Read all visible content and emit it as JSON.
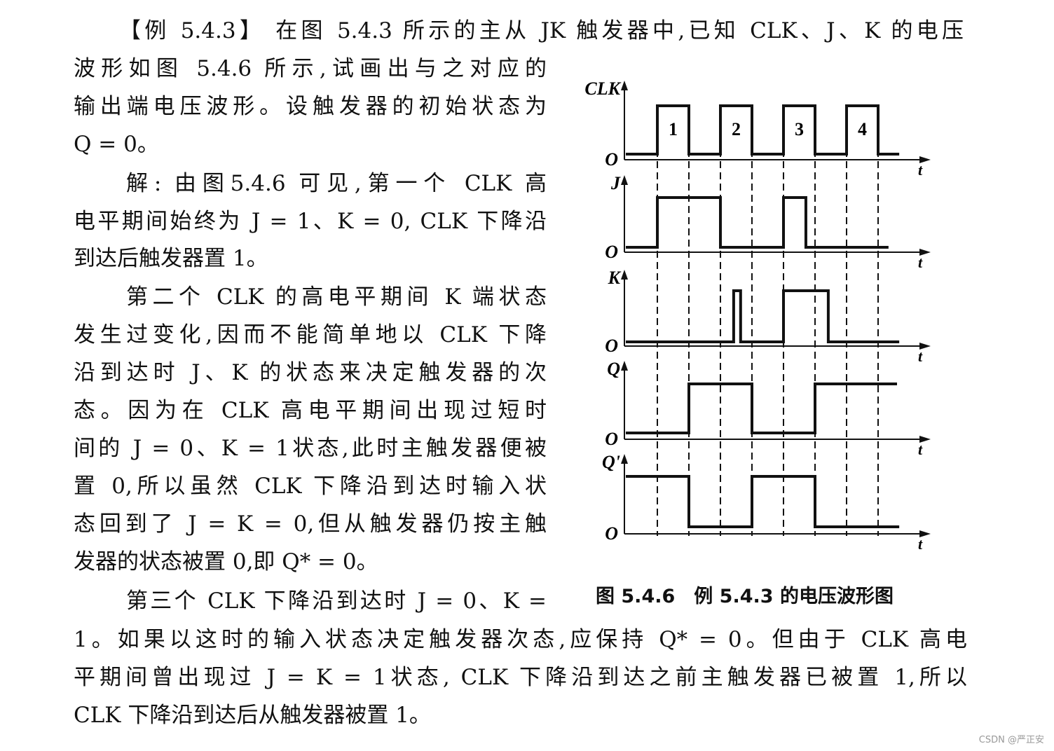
{
  "lines": [
    "【例 5.4.3】 在图 5.4.3 所示的主从 JK 触发器中,已知 CLK、J、K 的电压",
    "波形如图 5.4.6 所示,试画出与之对应的",
    "输出端电压波形。设触发器的初始状态为",
    "Q = 0。",
    "解: 由图5.4.6 可见,第一个 CLK 高",
    "电平期间始终为 J = 1、K = 0, CLK 下降沿",
    "到达后触发器置 1。",
    "第二个 CLK 的高电平期间 K 端状态",
    "发生过变化,因而不能简单地以 CLK 下降",
    "沿到达时 J、K 的状态来决定触发器的次",
    "态。因为在 CLK 高电平期间出现过短时",
    "间的 J = 0、K = 1状态,此时主触发器便被",
    "置 0,所以虽然 CLK 下降沿到达时输入状",
    "态回到了 J = K = 0,但从触发器仍按主触",
    "发器的状态被置 0,即 Q* = 0。",
    "第三个 CLK 下降沿到达时 J = 0、K =",
    "1。如果以这时的输入状态决定触发器次态,应保持 Q* = 0。但由于 CLK 高电",
    "平期间曾出现过 J = K = 1状态, CLK 下降沿到达之前主触发器已被置 1,所以",
    "CLK 下降沿到达后从触发器被置 1。"
  ],
  "caption": "图 5.4.6　例 5.4.3 的电压波形图",
  "watermark": "CSDN @严正安",
  "chart_data": {
    "type": "timing",
    "origin_label": "O",
    "time_label": "t",
    "clock_pulse_labels": [
      "1",
      "2",
      "3",
      "4"
    ],
    "reference_times": [
      1,
      2,
      3,
      4,
      5,
      6,
      7,
      8
    ],
    "signals": [
      {
        "name": "CLK",
        "steps": [
          [
            0,
            0
          ],
          [
            1,
            1
          ],
          [
            2,
            0
          ],
          [
            3,
            1
          ],
          [
            4,
            0
          ],
          [
            5,
            1
          ],
          [
            6,
            0
          ],
          [
            7,
            1
          ],
          [
            8,
            0
          ]
        ],
        "end": 8.67
      },
      {
        "name": "J",
        "steps": [
          [
            0,
            0
          ],
          [
            1,
            1
          ],
          [
            3,
            0
          ],
          [
            5,
            1
          ],
          [
            5.71,
            0
          ]
        ],
        "end": 8.33
      },
      {
        "name": "K",
        "steps": [
          [
            0,
            0
          ],
          [
            3.42,
            1
          ],
          [
            3.64,
            0
          ],
          [
            5,
            1
          ],
          [
            6.42,
            0
          ]
        ],
        "end": 8.67
      },
      {
        "name": "Q",
        "steps": [
          [
            0,
            0
          ],
          [
            2,
            1
          ],
          [
            4,
            0
          ],
          [
            6,
            1
          ]
        ],
        "end": 8.6
      },
      {
        "name": "Q'",
        "steps": [
          [
            0,
            1
          ],
          [
            2,
            0
          ],
          [
            4,
            1
          ],
          [
            6,
            0
          ]
        ],
        "end": 8.67
      }
    ]
  }
}
